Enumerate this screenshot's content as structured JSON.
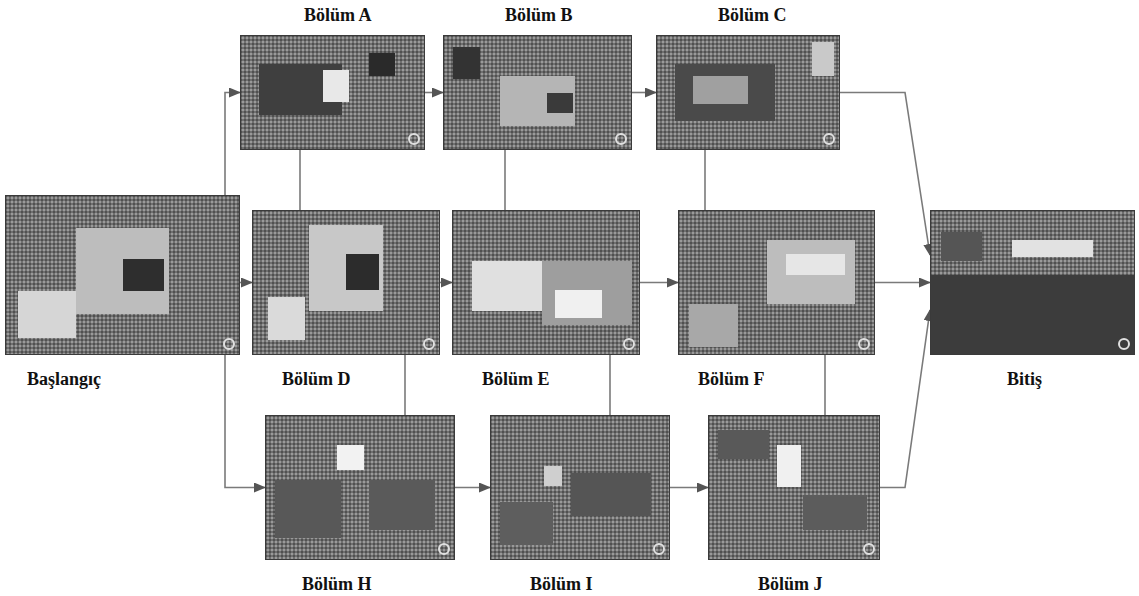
{
  "diagram": {
    "nodes": [
      {
        "text": [
          "Başlangıç"
        ]
      },
      {
        "text": [
          "Bölüm A"
        ]
      },
      {
        "text": [
          "Bölüm B"
        ]
      },
      {
        "text": [
          "Bölüm C"
        ]
      },
      {
        "text": [
          "Bölüm D"
        ]
      },
      {
        "text": [
          "Bölüm E"
        ]
      },
      {
        "text": [
          "Bölüm F"
        ]
      },
      {
        "text": [
          "Bitiş"
        ]
      },
      {
        "text": [
          "Bölüm H"
        ]
      },
      {
        "text": [
          "Bölüm I"
        ]
      },
      {
        "text": [
          "Bölüm J"
        ]
      }
    ],
    "edges": [
      {
        "from": 0,
        "to": 1,
        "arrow": "to"
      },
      {
        "from": 0,
        "to": 4,
        "arrow": "to"
      },
      {
        "from": 0,
        "to": 8,
        "arrow": "to"
      },
      {
        "from": 1,
        "to": 2,
        "arrow": "to"
      },
      {
        "from": 2,
        "to": 3,
        "arrow": "to"
      },
      {
        "from": 3,
        "to": 7,
        "arrow": "to"
      },
      {
        "from": 4,
        "to": 5,
        "arrow": "to"
      },
      {
        "from": 5,
        "to": 6,
        "arrow": "to"
      },
      {
        "from": 6,
        "to": 7,
        "arrow": "to"
      },
      {
        "from": 8,
        "to": 9,
        "arrow": "to"
      },
      {
        "from": 9,
        "to": 10,
        "arrow": "to"
      },
      {
        "from": 10,
        "to": 7,
        "arrow": "to"
      },
      {
        "from": 1,
        "to": 4,
        "arrow": "none"
      },
      {
        "from": 2,
        "to": 5,
        "arrow": "none"
      },
      {
        "from": 3,
        "to": 6,
        "arrow": "none"
      },
      {
        "from": 4,
        "to": 8,
        "arrow": "none"
      },
      {
        "from": 5,
        "to": 9,
        "arrow": "none"
      },
      {
        "from": 6,
        "to": 10,
        "arrow": "none"
      }
    ]
  }
}
